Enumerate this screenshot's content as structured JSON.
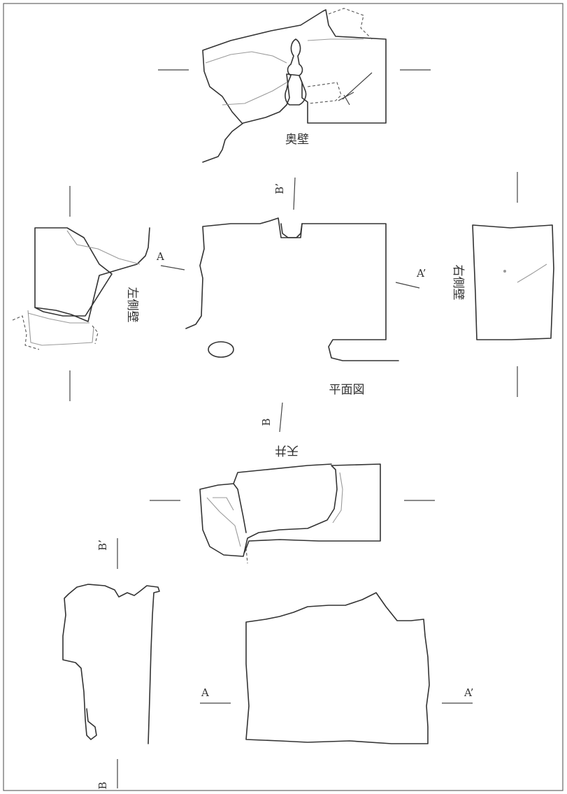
{
  "labels": {
    "back_wall": "奥壁",
    "left_wall": "左側壁",
    "right_wall": "右側壁",
    "plan": "平面図",
    "ceiling": "天井"
  },
  "section_marks": {
    "a": "A",
    "a_prime": "A’",
    "b": "B",
    "b_prime": "B’"
  }
}
